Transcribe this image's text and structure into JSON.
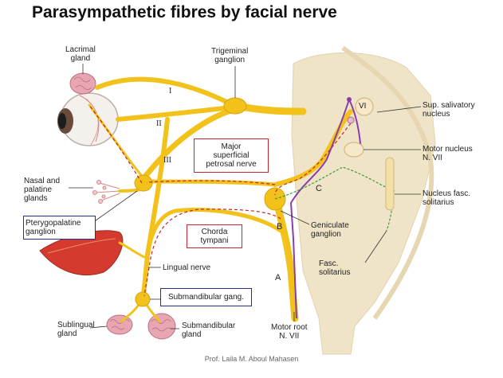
{
  "title": "Parasympathetic fibres by facial nerve",
  "labels": {
    "lacrimal_gland": "Lacrimal\ngland",
    "trigeminal_ganglion": "Trigeminal\nganglion",
    "roman_I": "I",
    "roman_II": "II",
    "roman_III": "III",
    "nucleus_VI": "VI",
    "major_superficial_petrosal": "Major\nsuperficial\npetrosal nerve",
    "sup_salivatory_nucleus": "Sup. salivatory\nnucleus",
    "motor_nucleus": "Motor nucleus\nN. VII",
    "nasal_palatine_glands": "Nasal and\npalatine\nglands",
    "letter_C": "C",
    "nucleus_fasc_solitarius": "Nucleus fasc.\nsolitarius",
    "pterygopalatine_ganglion": "Pterygopalatine\nganglion",
    "chorda_tympani": "Chorda\ntympani",
    "letter_B": "B",
    "geniculate_ganglion": "Geniculate\nganglion",
    "lingual_nerve": "Lingual nerve",
    "fasc_solitarius": "Fasc.\nsolitarius",
    "letter_A": "A",
    "submandibular_gang": "Submandibular gang.",
    "sublingual_gland": "Sublingual\ngland",
    "submandibular_gland": "Submandibular\ngland",
    "motor_root": "Motor root\nN. VII"
  },
  "footer": "Prof. Laila M. Aboul Mahasen",
  "colors": {
    "nerve": "#f2c21b",
    "nerve_outline": "#d9a40c",
    "parasympathetic_dash": "#c0282e",
    "motor_fibre": "#8a3fa8",
    "sensory_fibre": "#3a9a3a",
    "brainstem": "#efe4c8",
    "gland": "#e8a6b2",
    "box_red": "#c0282e",
    "box_blue": "#23308a"
  }
}
